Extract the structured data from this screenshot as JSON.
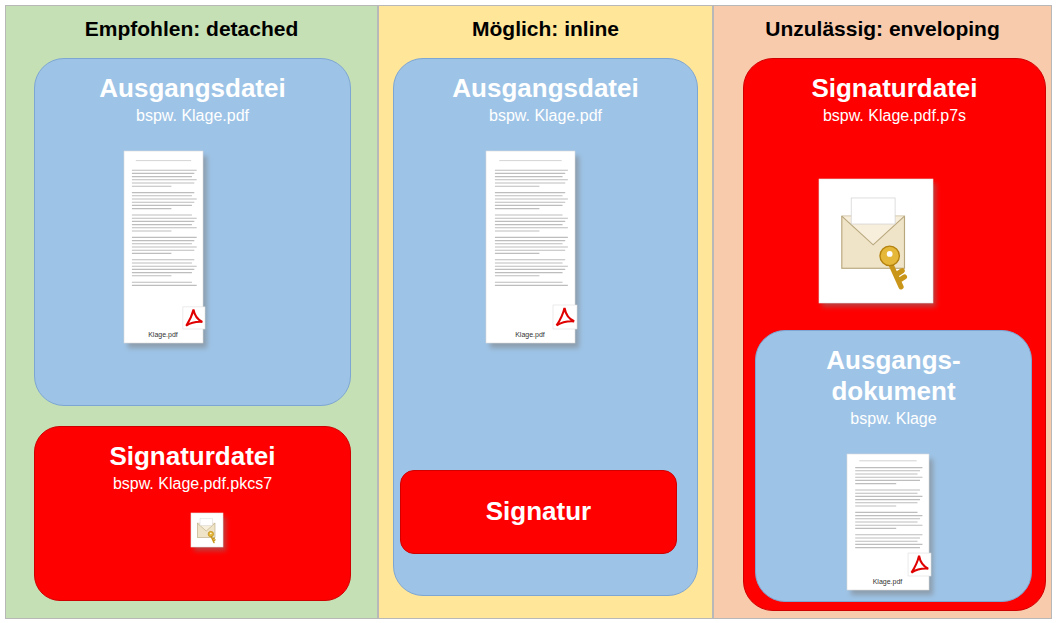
{
  "diagram": {
    "nodes": [
      {
        "text": [
          "Empfohlen: detached"
        ]
      },
      {
        "text": [
          "Ausgangsdatei",
          "bspw. Klage.pdf"
        ],
        "in": 0
      },
      {
        "text": [
          "Signaturdatei",
          "bspw. Klage.pdf.pkcs7"
        ],
        "in": 0
      },
      {
        "text": [
          "Möglich: inline"
        ]
      },
      {
        "text": [
          "Ausgangsdatei",
          "bspw. Klage.pdf"
        ],
        "in": 3
      },
      {
        "text": [
          "Signatur"
        ],
        "in": 4
      },
      {
        "text": [
          "Unzulässig: enveloping"
        ]
      },
      {
        "text": [
          "Signaturdatei",
          "bspw. Klage.pdf.p7s"
        ],
        "in": 6
      },
      {
        "text": [
          "Ausgangs- dokument",
          "bspw. Klage"
        ],
        "in": 7
      }
    ],
    "edges": [],
    "labels": [
      "Klage.pdf",
      "Klage.pdf",
      "Klage.pdf"
    ]
  }
}
